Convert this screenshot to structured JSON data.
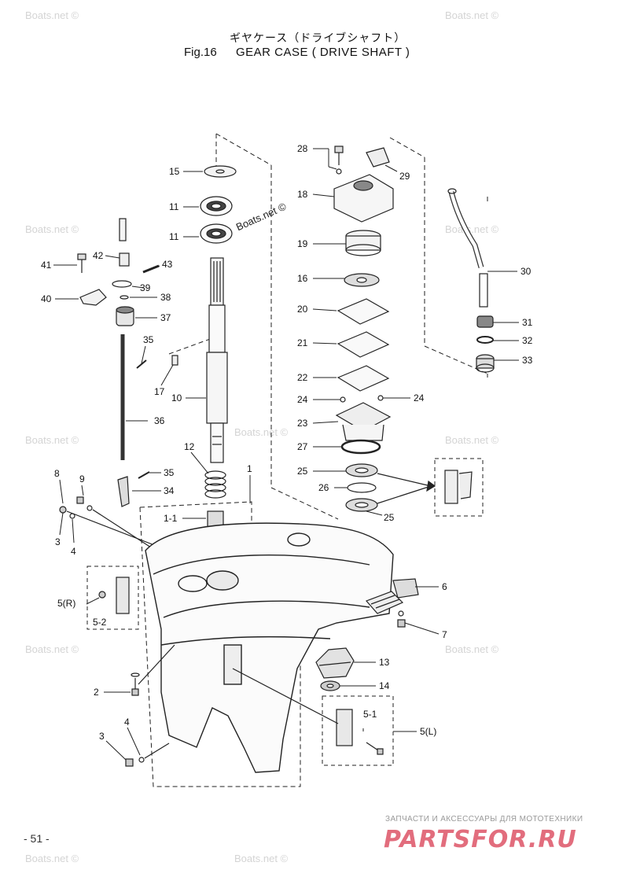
{
  "header": {
    "title_jp": "ギヤケース（ドライブシャフト）",
    "fig_label": "Fig.16",
    "title": "GEAR CASE ( DRIVE SHAFT )"
  },
  "watermark": "Boats.net ©",
  "page_number": "- 51 -",
  "brand": {
    "tagline": "ЗАПЧАСТИ И АКСЕССУАРЫ ДЛЯ МОТОТЕХНИКИ",
    "logo": "PARTSFOR.RU",
    "color": "#e26d7d"
  },
  "parts": [
    {
      "id": "15",
      "label": "15"
    },
    {
      "id": "11a",
      "label": "11"
    },
    {
      "id": "11b",
      "label": "11"
    },
    {
      "id": "41",
      "label": "41"
    },
    {
      "id": "42",
      "label": "42"
    },
    {
      "id": "43",
      "label": "43"
    },
    {
      "id": "39",
      "label": "39"
    },
    {
      "id": "40",
      "label": "40"
    },
    {
      "id": "38",
      "label": "38"
    },
    {
      "id": "37",
      "label": "37"
    },
    {
      "id": "35a",
      "label": "35"
    },
    {
      "id": "17",
      "label": "17"
    },
    {
      "id": "10",
      "label": "10"
    },
    {
      "id": "36",
      "label": "36"
    },
    {
      "id": "12",
      "label": "12"
    },
    {
      "id": "35b",
      "label": "35"
    },
    {
      "id": "34",
      "label": "34"
    },
    {
      "id": "1",
      "label": "1"
    },
    {
      "id": "1-1",
      "label": "1-1"
    },
    {
      "id": "8",
      "label": "8"
    },
    {
      "id": "9",
      "label": "9"
    },
    {
      "id": "3a",
      "label": "3"
    },
    {
      "id": "4a",
      "label": "4"
    },
    {
      "id": "5R",
      "label": "5(R)"
    },
    {
      "id": "5-2",
      "label": "5-2"
    },
    {
      "id": "2",
      "label": "2"
    },
    {
      "id": "4b",
      "label": "4"
    },
    {
      "id": "3b",
      "label": "3"
    },
    {
      "id": "28",
      "label": "28"
    },
    {
      "id": "29",
      "label": "29"
    },
    {
      "id": "18",
      "label": "18"
    },
    {
      "id": "19",
      "label": "19"
    },
    {
      "id": "16",
      "label": "16"
    },
    {
      "id": "20",
      "label": "20"
    },
    {
      "id": "21",
      "label": "21"
    },
    {
      "id": "22",
      "label": "22"
    },
    {
      "id": "24a",
      "label": "24"
    },
    {
      "id": "24b",
      "label": "24"
    },
    {
      "id": "23",
      "label": "23"
    },
    {
      "id": "27",
      "label": "27"
    },
    {
      "id": "25a",
      "label": "25"
    },
    {
      "id": "26",
      "label": "26"
    },
    {
      "id": "25b",
      "label": "25"
    },
    {
      "id": "30",
      "label": "30"
    },
    {
      "id": "31",
      "label": "31"
    },
    {
      "id": "32",
      "label": "32"
    },
    {
      "id": "33",
      "label": "33"
    },
    {
      "id": "6",
      "label": "6"
    },
    {
      "id": "7",
      "label": "7"
    },
    {
      "id": "13",
      "label": "13"
    },
    {
      "id": "14",
      "label": "14"
    },
    {
      "id": "5-1",
      "label": "5-1"
    },
    {
      "id": "5L",
      "label": "5(L)"
    }
  ]
}
